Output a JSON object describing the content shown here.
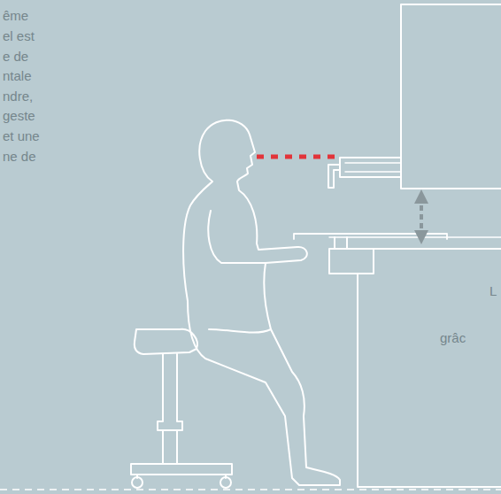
{
  "diagram": {
    "labels": [
      "ême",
      "el est",
      "e de",
      "ntale",
      "ndre,",
      "geste",
      "et une",
      "ne de",
      "L",
      "grâc"
    ]
  }
}
